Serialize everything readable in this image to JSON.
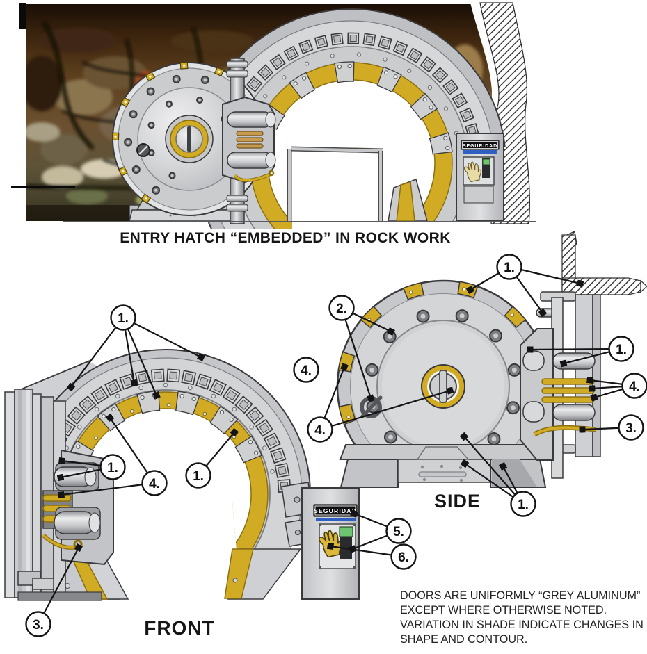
{
  "page": {
    "background": "#ffffff"
  },
  "top_illustration": {
    "caption": "ENTRY HATCH “EMBEDDED” IN ROCK WORK",
    "security_panel": {
      "brand": "SEGURIDAD"
    }
  },
  "front_view": {
    "label": "FRONT",
    "security_panel": {
      "brand": "SEGURIDAD"
    },
    "callouts": [
      {
        "label": "1."
      },
      {
        "label": "1."
      },
      {
        "label": "4."
      },
      {
        "label": "1."
      },
      {
        "label": "3."
      },
      {
        "label": "5."
      },
      {
        "label": "6."
      }
    ]
  },
  "side_view": {
    "label": "SIDE",
    "callouts": [
      {
        "label": "1."
      },
      {
        "label": "2."
      },
      {
        "label": "4."
      },
      {
        "label": "4."
      },
      {
        "label": "1."
      },
      {
        "label": "4."
      },
      {
        "label": "3."
      },
      {
        "label": "1."
      }
    ]
  },
  "notes": {
    "lines": [
      "DOORS ARE UNIFORMLY  “GREY ALUMINUM”",
      "EXCEPT WHERE OTHERWISE NOTED.",
      "VARIATION IN SHADE INDICATE CHANGES IN",
      "SHAPE AND CONTOUR."
    ]
  },
  "colors": {
    "gold": "#d2ab25",
    "gold_dark": "#8a6f12",
    "aluminum_light": "#d6d7d9",
    "aluminum": "#c7c8cb",
    "aluminum_dark": "#9a9b9e",
    "outline": "#3a3a3c",
    "label_blue": "#2f5fc0",
    "scanner_green": "#6fc46f",
    "hand_gold": "#d9b83b"
  }
}
